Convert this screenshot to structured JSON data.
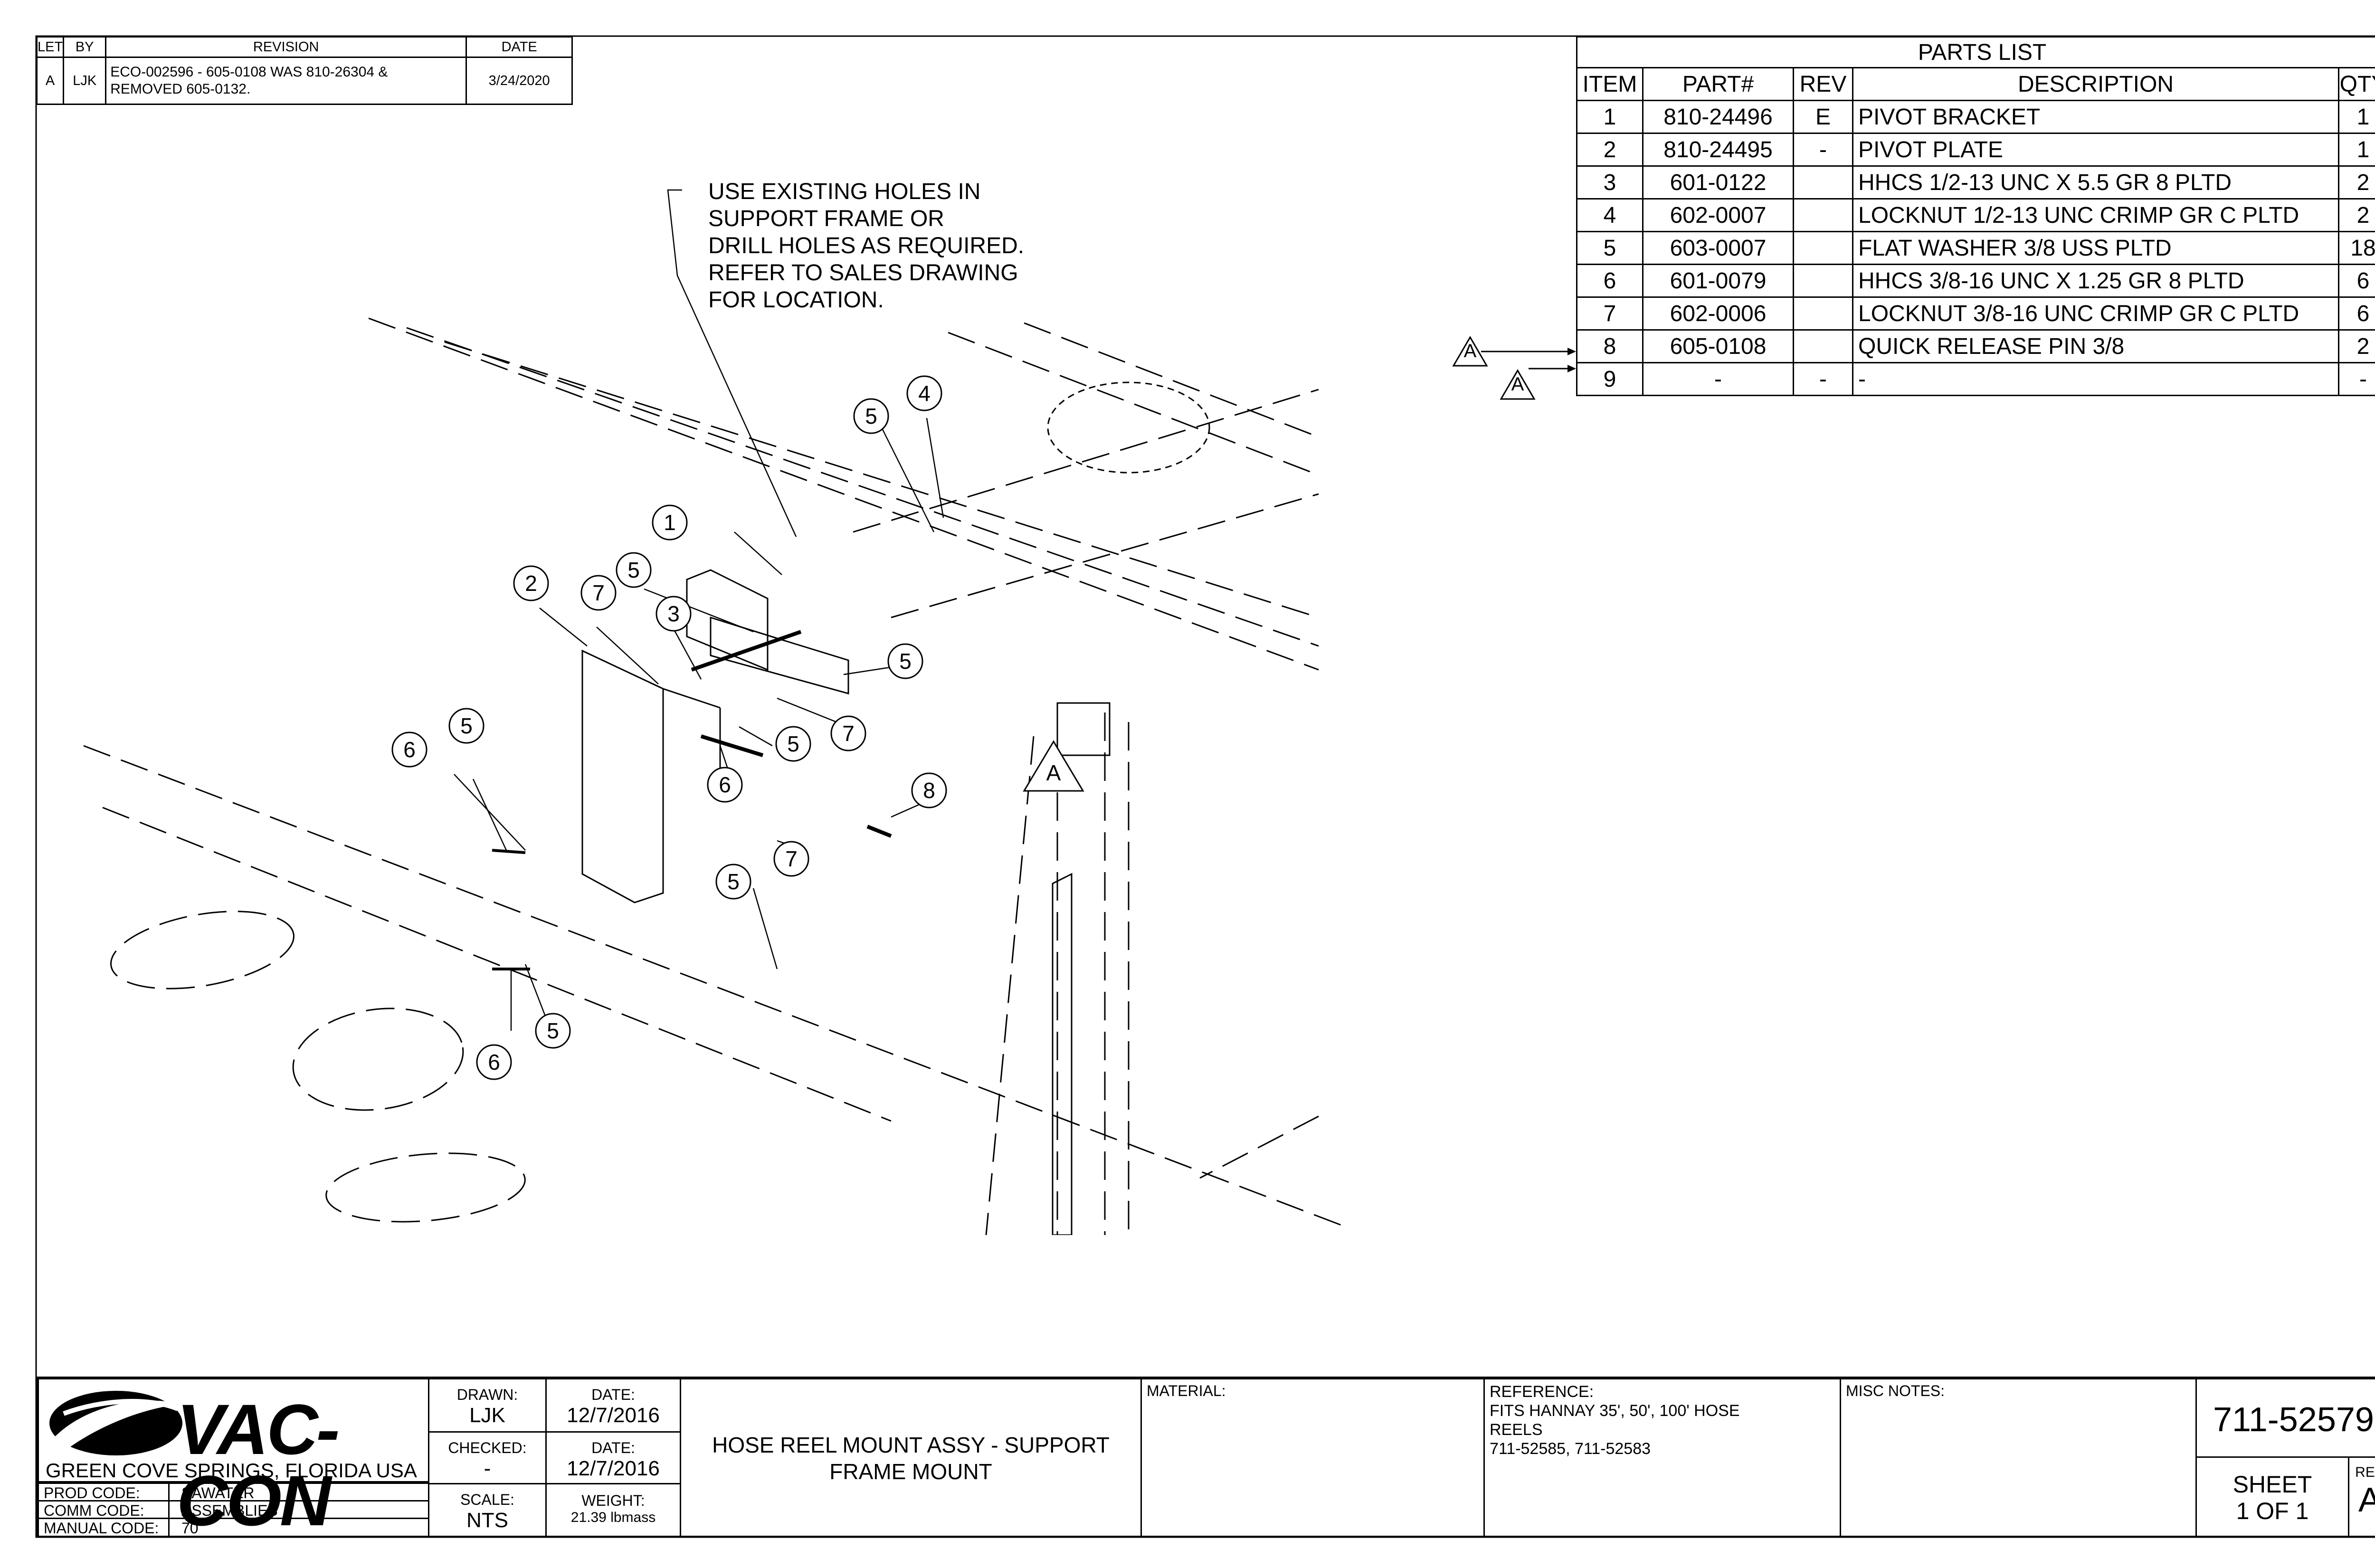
{
  "revision_block": {
    "headers": [
      "LET",
      "BY",
      "REVISION",
      "DATE"
    ],
    "rows": [
      {
        "let": "A",
        "by": "LJK",
        "revision_line1": "ECO-002596 - 605-0108 WAS 810-26304 &",
        "revision_line2": "REMOVED 605-0132.",
        "date": "3/24/2020"
      }
    ]
  },
  "parts_list": {
    "title": "PARTS LIST",
    "headers": [
      "ITEM",
      "PART#",
      "REV",
      "DESCRIPTION",
      "QTY"
    ],
    "rows": [
      {
        "item": "1",
        "part": "810-24496",
        "rev": "E",
        "description": "PIVOT BRACKET",
        "qty": "1"
      },
      {
        "item": "2",
        "part": "810-24495",
        "rev": "-",
        "description": "PIVOT PLATE",
        "qty": "1"
      },
      {
        "item": "3",
        "part": "601-0122",
        "rev": "",
        "description": "HHCS 1/2-13 UNC X 5.5 GR 8 PLTD",
        "qty": "2"
      },
      {
        "item": "4",
        "part": "602-0007",
        "rev": "",
        "description": "LOCKNUT 1/2-13 UNC CRIMP GR C PLTD",
        "qty": "2"
      },
      {
        "item": "5",
        "part": "603-0007",
        "rev": "",
        "description": "FLAT WASHER 3/8 USS PLTD",
        "qty": "18"
      },
      {
        "item": "6",
        "part": "601-0079",
        "rev": "",
        "description": "HHCS 3/8-16 UNC X 1.25 GR 8 PLTD",
        "qty": "6"
      },
      {
        "item": "7",
        "part": "602-0006",
        "rev": "",
        "description": "LOCKNUT 3/8-16 UNC CRIMP GR C PLTD",
        "qty": "6"
      },
      {
        "item": "8",
        "part": "605-0108",
        "rev": "",
        "description": "QUICK RELEASE PIN 3/8",
        "qty": "2"
      },
      {
        "item": "9",
        "part": "-",
        "rev": "-",
        "description": "-",
        "qty": "-"
      }
    ],
    "revision_flags": [
      "A",
      "A"
    ]
  },
  "drawing": {
    "note_lines": [
      "USE EXISTING HOLES IN",
      "SUPPORT FRAME OR",
      "DRILL HOLES AS REQUIRED.",
      "REFER TO SALES DRAWING",
      "FOR LOCATION."
    ],
    "revision_flag": "A",
    "balloons": [
      "1",
      "2",
      "3",
      "4",
      "5",
      "5",
      "5",
      "5",
      "5",
      "5",
      "5",
      "5",
      "6",
      "6",
      "6",
      "7",
      "7",
      "7",
      "8"
    ]
  },
  "title_block": {
    "company": "VAC-CON",
    "location": "GREEN COVE SPRINGS, FLORIDA USA",
    "prod_code_label": "PROD CODE:",
    "prod_code": "SAWATER",
    "comm_code_label": "COMM CODE:",
    "comm_code": "ASSEMBLIES",
    "manual_code_label": "MANUAL CODE:",
    "manual_code": "70",
    "drawn_label": "DRAWN:",
    "drawn": "LJK",
    "drawn_date_label": "DATE:",
    "drawn_date": "12/7/2016",
    "checked_label": "CHECKED:",
    "checked": "-",
    "checked_date_label": "DATE:",
    "checked_date": "12/7/2016",
    "scale_label": "SCALE:",
    "scale": "NTS",
    "weight_label": "WEIGHT:",
    "weight": "21.39 lbmass",
    "title_line1": "HOSE REEL MOUNT ASSY - SUPPORT",
    "title_line2": "FRAME MOUNT",
    "material_label": "MATERIAL:",
    "reference_label": "REFERENCE:",
    "reference_line1": "FITS HANNAY 35', 50', 100' HOSE",
    "reference_line2": "REELS",
    "reference_line3": "711-52585, 711-52583",
    "misc_notes_label": "MISC NOTES:",
    "drawing_number": "711-52579",
    "sheet_label": "SHEET",
    "sheet_value": "1  OF 1",
    "rev_label": "REV",
    "rev_value": "A"
  }
}
